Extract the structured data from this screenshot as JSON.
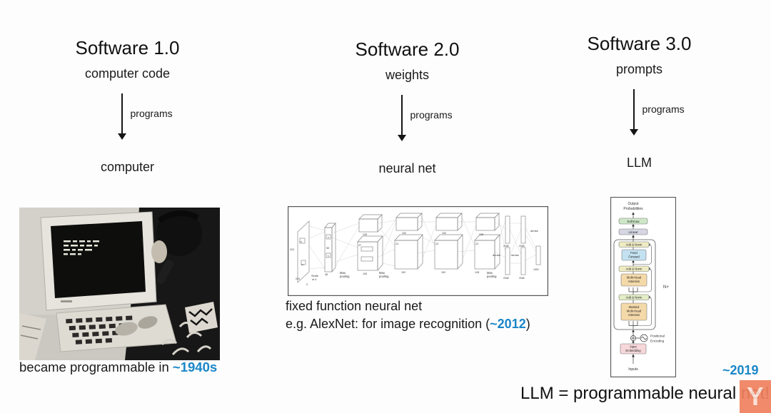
{
  "colors": {
    "accent_blue": "#1a86c8",
    "watermark_salmon": "#f0815e"
  },
  "columns": [
    {
      "title": "Software 1.0",
      "input_label": "computer code",
      "arrow_label": "programs",
      "output_label": "computer"
    },
    {
      "title": "Software 2.0",
      "input_label": "weights",
      "arrow_label": "programs",
      "output_label": "neural net"
    },
    {
      "title": "Software 3.0",
      "input_label": "prompts",
      "arrow_label": "programs",
      "output_label": "LLM"
    }
  ],
  "captions": {
    "software1": {
      "prefix": "became programmable in ",
      "year": "~1940s"
    },
    "software2": {
      "line1": "fixed function neural net",
      "line2_prefix": "e.g. AlexNet: for image recognition (",
      "year": "~2012",
      "line2_suffix": ")"
    },
    "software3": {
      "year": "~2019",
      "equation": "LLM = programmable neural net!"
    }
  },
  "alexnet": {
    "d224": "224",
    "d11": "11",
    "d3": "3",
    "d5": "5",
    "d55": "55",
    "d48": "48",
    "d27": "27",
    "d13": "13",
    "d128": "128",
    "d192": "192",
    "d2048": "2048",
    "d1000": "1000",
    "stride1": "Stride",
    "stride2": "of 4",
    "max": "Max",
    "pooling": "pooling",
    "dense": "dense"
  },
  "transformer": {
    "output1": "Output",
    "output2": "Probabilities",
    "softmax": "Softmax",
    "linear": "Linear",
    "add_norm": "Add & Norm",
    "ff1": "Feed",
    "ff2": "Forward",
    "mha1": "Multi-Head",
    "mha2": "Attention",
    "masked1": "Masked",
    "nx": "N×",
    "pos1": "Positional",
    "pos2": "Encoding",
    "emb1": "Input",
    "emb2": "Embedding",
    "inputs": "Inputs"
  },
  "watermark": {
    "letter": "Y"
  }
}
